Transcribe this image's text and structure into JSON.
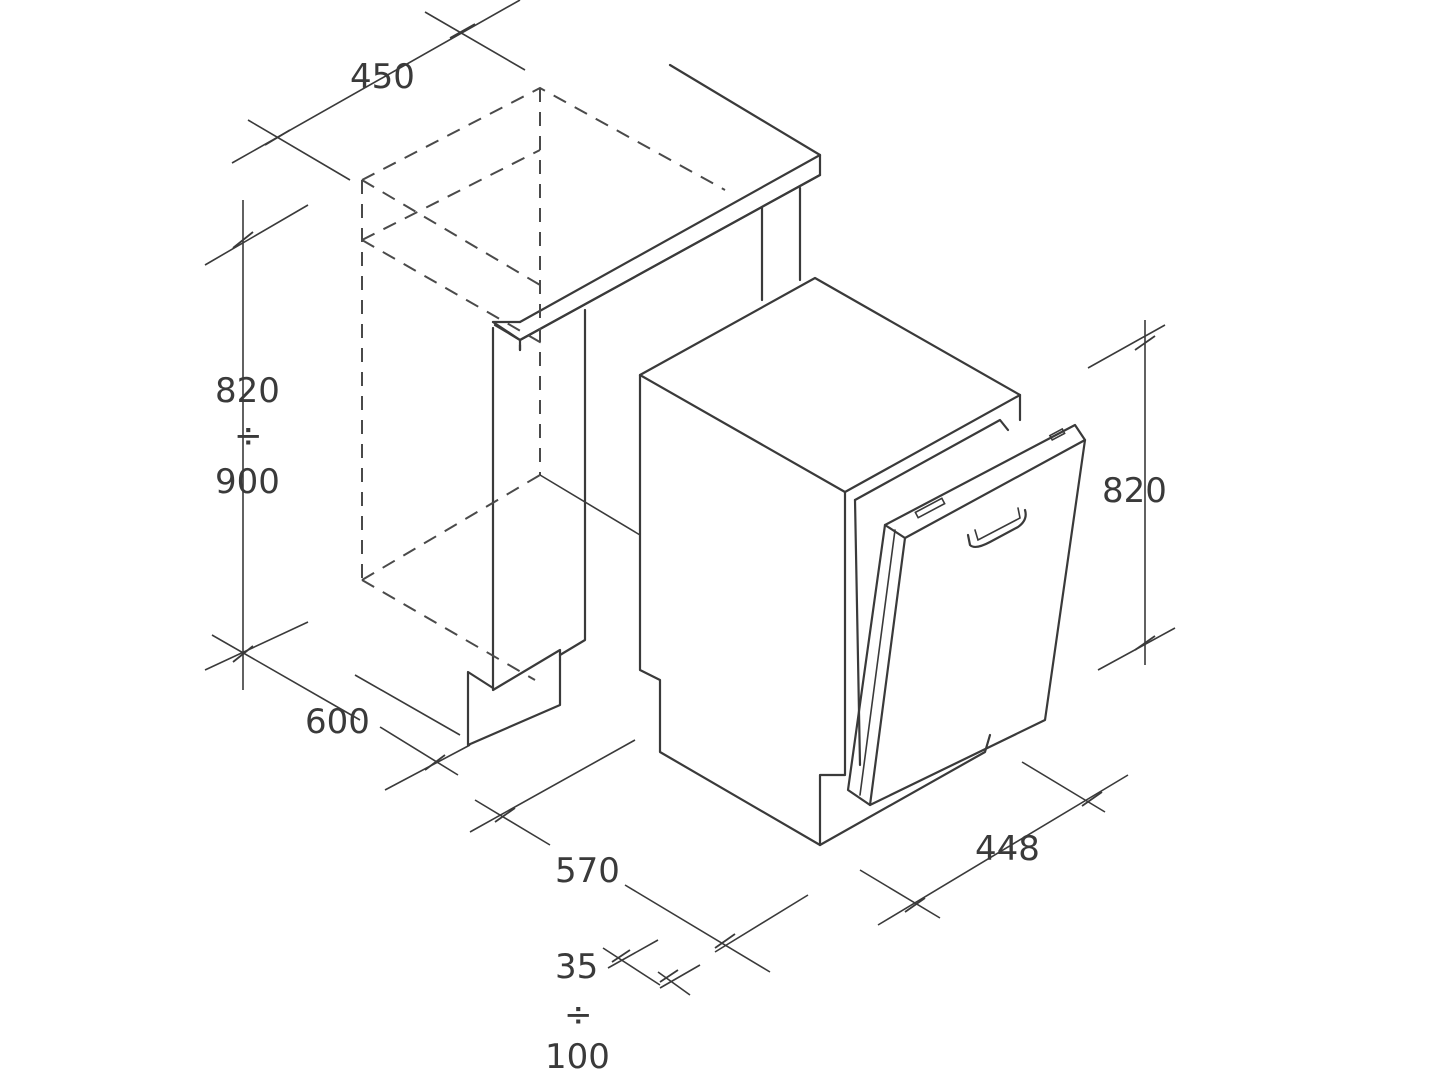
{
  "dimensions": {
    "cabinet_width": "450",
    "cabinet_height_min": "820",
    "cabinet_height_sep": "÷",
    "cabinet_height_max": "900",
    "cabinet_depth": "600",
    "appliance_depth": "570",
    "plinth_min": "35",
    "plinth_sep": "÷",
    "plinth_max": "100",
    "appliance_width": "448",
    "appliance_height": "820"
  },
  "colors": {
    "line": "#3a3a3a",
    "background": "#ffffff"
  }
}
